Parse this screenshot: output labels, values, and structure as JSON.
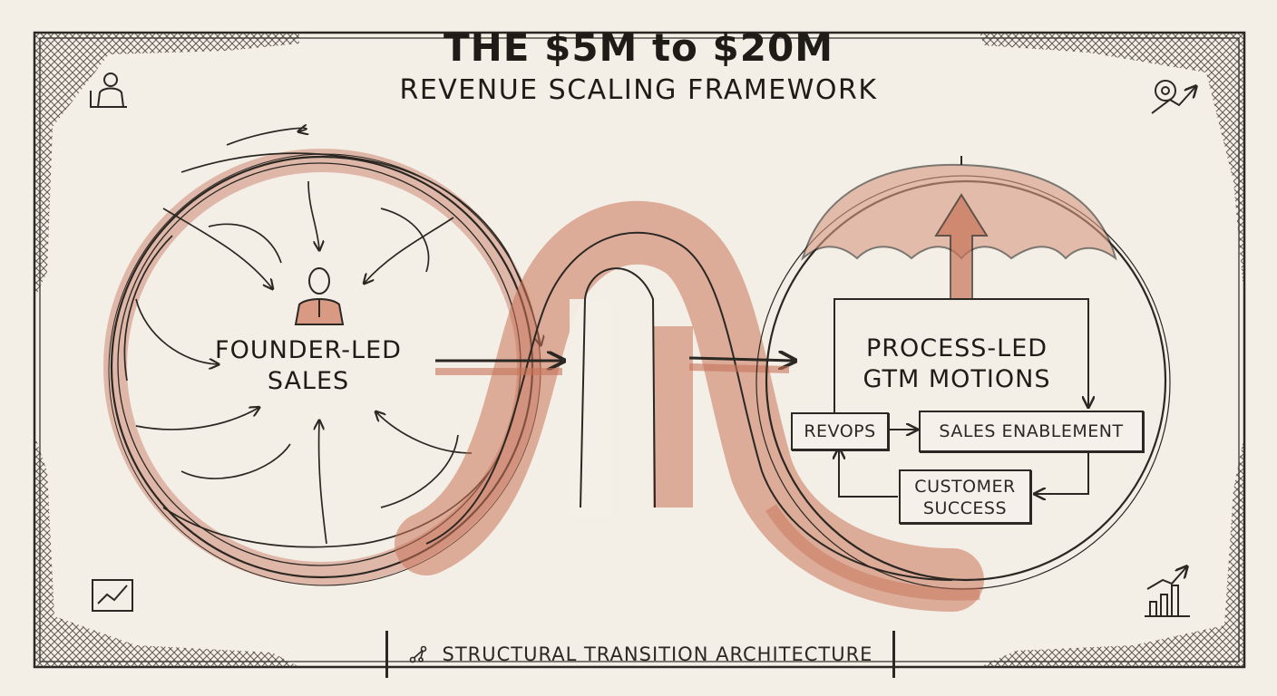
{
  "title": {
    "main": "THE $5M to $20M",
    "sub": "REVENUE SCALING FRAMEWORK"
  },
  "left": {
    "label_line1": "FOUNDER-LED",
    "label_line2": "SALES"
  },
  "right": {
    "label_line1": "PROCESS-LED",
    "label_line2": "GTM MOTIONS"
  },
  "boxes": {
    "revops": "REVOPS",
    "sales_enablement": "SALES ENABLEMENT",
    "customer_success_line1": "CUSTOMER",
    "customer_success_line2": "SUCCESS"
  },
  "footer": {
    "label": "STRUCTURAL TRANSITION ARCHITECTURE"
  },
  "colors": {
    "paper": "#f3efe7",
    "ink": "#2b2722",
    "watercolor": "#c8745a"
  },
  "icons": [
    "person-icon",
    "gear-growth-icon",
    "line-chart-icon",
    "bar-chart-icon",
    "umbrella-icon",
    "founder-icon",
    "transition-icon"
  ]
}
